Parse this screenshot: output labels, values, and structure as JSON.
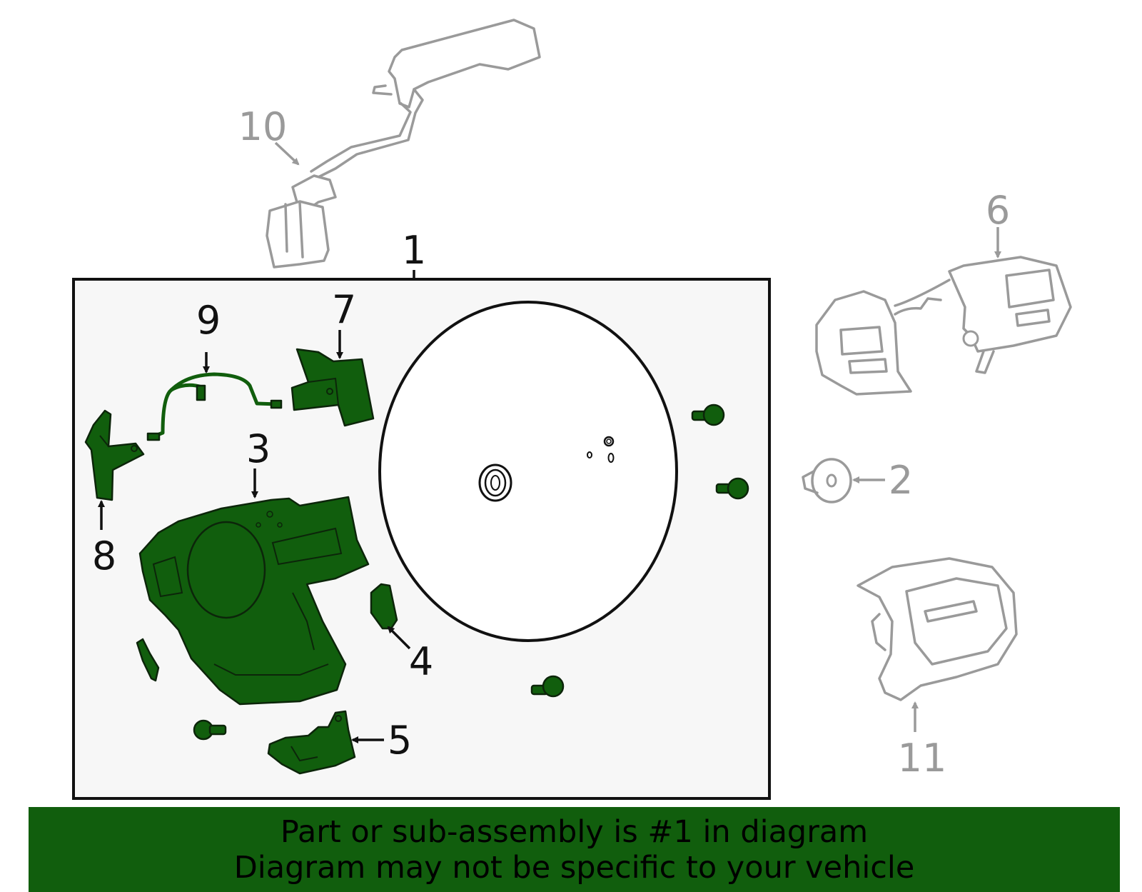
{
  "colors": {
    "highlight_green": "#115e0d",
    "inactive_grey": "#9a9a9a",
    "frame_fill": "#f7f7f7",
    "banner_bg": "#115e0d"
  },
  "callouts": {
    "c1": "1",
    "c2": "2",
    "c3": "3",
    "c4": "4",
    "c5": "5",
    "c6": "6",
    "c7": "7",
    "c8": "8",
    "c9": "9",
    "c10": "10",
    "c11": "11"
  },
  "banner": {
    "line1": "Part or sub-assembly is #1 in diagram",
    "line2": "Diagram may not be specific to your vehicle"
  }
}
